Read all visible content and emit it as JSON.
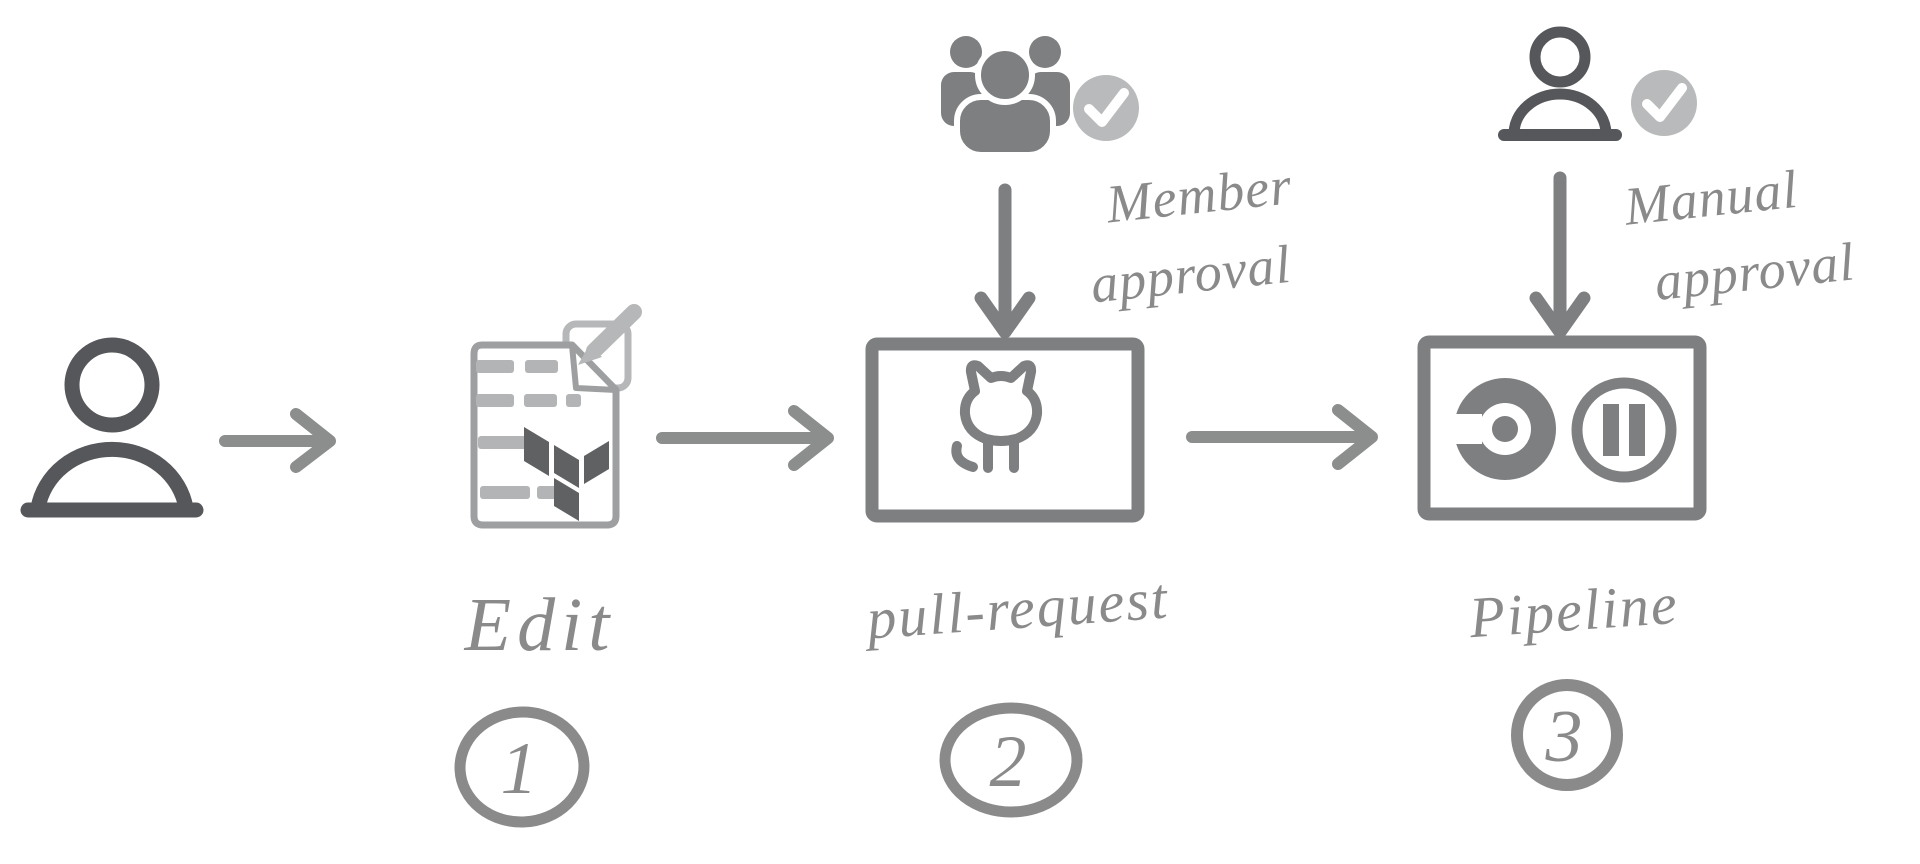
{
  "diagram": {
    "type": "flow",
    "background": "#ffffff",
    "colors": {
      "dark_ink": "#55575a",
      "mid_ink": "#7d7f80",
      "arrow": "#8c8e8e",
      "paper_stroke": "#9d9fa0",
      "paper_dash": "#b2b4b5",
      "pencil": "#b5b7b8",
      "terraform_logo": "#5f6162",
      "handwriting": "#8a8a8a",
      "check_badge": "#b8babb",
      "check_mark": "#ffffff"
    },
    "actor": {
      "icon": "user-icon"
    },
    "steps": [
      {
        "number": "1",
        "label": "Edit",
        "icon": "terraform-file-edit-icon"
      },
      {
        "number": "2",
        "label": "pull-request",
        "icon": "github-octocat-icon"
      },
      {
        "number": "3",
        "label": "Pipeline",
        "icon": "circleci-pause-icon"
      }
    ],
    "approvals": [
      {
        "target": "pull-request",
        "icon": "team-icon",
        "badge_icon": "check-icon",
        "line1": "Member",
        "line2": "approval"
      },
      {
        "target": "pipeline",
        "icon": "user-icon",
        "badge_icon": "check-icon",
        "line1": "Manual",
        "line2": "approval"
      }
    ]
  }
}
